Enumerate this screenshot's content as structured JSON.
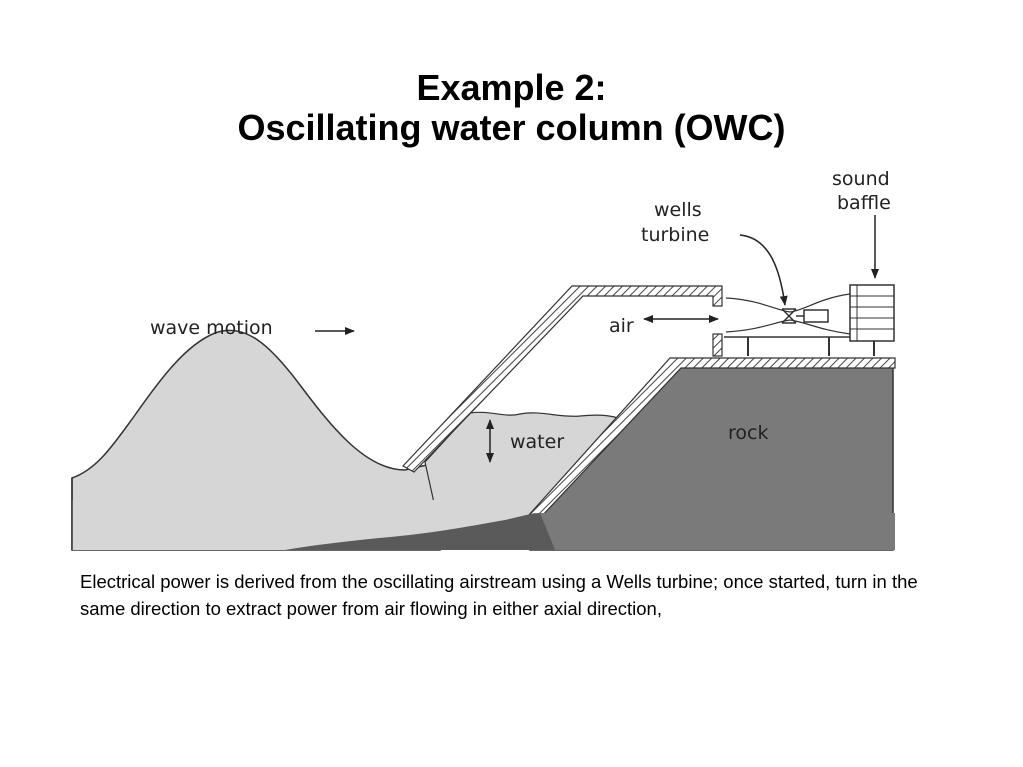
{
  "title": {
    "line1": "Example 2:",
    "line2": "Oscillating water column (OWC)"
  },
  "diagram": {
    "labels": {
      "wave_motion": "wave motion",
      "wells": "wells",
      "turbine": "turbine",
      "sound": "sound",
      "baffle": "baffle",
      "air": "air",
      "water": "water",
      "rock": "rock"
    },
    "colors": {
      "water": "#d6d6d6",
      "rock": "#7a7a7a",
      "seabed": "#5a5a5a",
      "outline": "#333333"
    }
  },
  "caption": "Electrical power is derived from the oscillating airstream using a Wells turbine; once started, turn in the same direction to extract power from air flowing in either axial direction,"
}
